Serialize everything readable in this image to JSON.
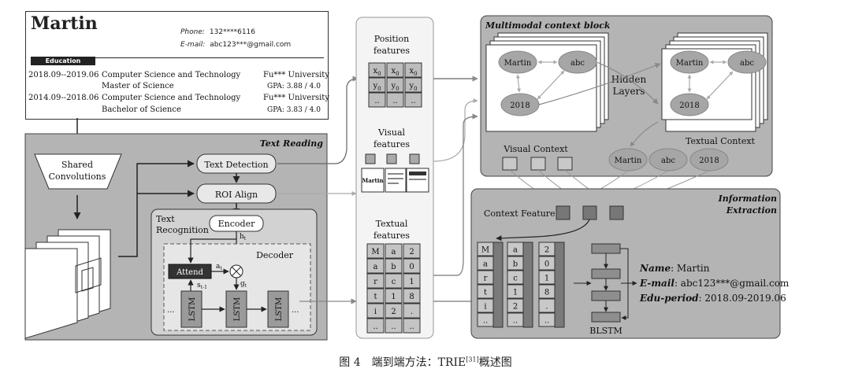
{
  "resume": {
    "name": "Martin",
    "phone_label": "Phone:",
    "phone": "132****6116",
    "email_label": "E-mail:",
    "email": "abc123***@gmail.com",
    "education_label": "Education",
    "rows": [
      {
        "date": "2018.09--2019.06",
        "major": "Computer Science and Technology",
        "school": "Fu*** University"
      },
      {
        "degree": "Master of Science",
        "gpa": "GPA: 3.88 / 4.0"
      },
      {
        "date": "2014.09--2018.06",
        "major": "Computer Science and Technology",
        "school": "Fu*** University"
      },
      {
        "degree": "Bachelor of Science",
        "gpa": "GPA: 3.83 / 4.0"
      }
    ]
  },
  "text_reading": {
    "title": "Text Reading",
    "shared_conv": [
      "Shared",
      "Convolutions"
    ],
    "text_detection": "Text Detection",
    "roi_align": "ROI Align",
    "text_recognition": [
      "Text",
      "Recognition"
    ],
    "encoder": "Encoder",
    "decoder": "Decoder",
    "attend": "Attend",
    "lstm": "LSTM",
    "h_t": "h",
    "h_sub": "t",
    "a_t": "a",
    "a_sub": "t",
    "g_t": "g",
    "g_sub": "t",
    "s_t1": "s",
    "s_sub": "t-1",
    "ellipsis": "..."
  },
  "features": {
    "position_title": [
      "Position",
      "features"
    ],
    "position_grid": [
      [
        "x0",
        "x0",
        "x0"
      ],
      [
        "y0",
        "y0",
        "y0"
      ],
      [
        "..",
        "..",
        ".."
      ]
    ],
    "visual_title": [
      "Visual",
      "features"
    ],
    "textual_title": [
      "Textual",
      "features"
    ],
    "textual_cols": [
      [
        "M",
        "a",
        "r",
        "t",
        "i",
        ".."
      ],
      [
        "a",
        "b",
        "c",
        "1",
        "2",
        ".."
      ],
      [
        "2",
        "0",
        "1",
        "8",
        ".",
        ".."
      ]
    ]
  },
  "multimodal": {
    "title": "Multimodal context block",
    "nodes": [
      "Martin",
      "abc",
      "2018"
    ],
    "hidden_layers": [
      "Hidden",
      "Layers"
    ],
    "visual_context": "Visual Context",
    "textual_context": "Textual Context"
  },
  "information_extraction": {
    "title": [
      "Information",
      "Extraction"
    ],
    "context_feature": "Context Feature",
    "blstm": "BLSTM",
    "outputs": [
      {
        "key": "Name",
        "value": ": Martin"
      },
      {
        "key": "E-mail",
        "value": ": abc123***@gmail.com"
      },
      {
        "key": "Edu-period",
        "value": ": 2018.09-2019.06"
      }
    ]
  },
  "caption": {
    "prefix": "图 4　端到端方法：TRIE",
    "ref": "[31]",
    "suffix": "概述图"
  }
}
